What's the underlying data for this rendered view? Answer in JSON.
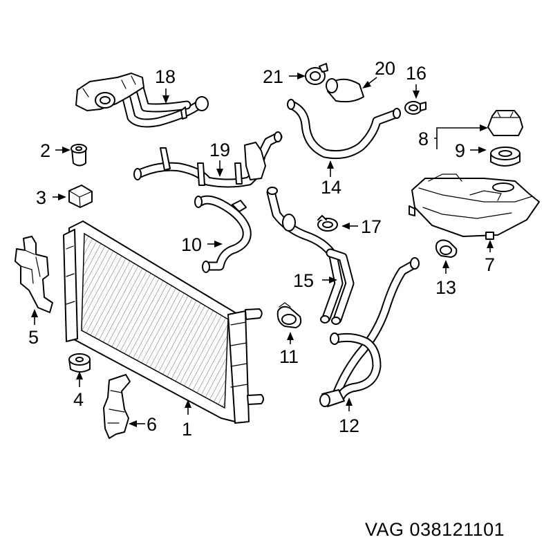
{
  "callouts": {
    "c1": "1",
    "c2": "2",
    "c3": "3",
    "c4": "4",
    "c5": "5",
    "c6": "6",
    "c7": "7",
    "c8": "8",
    "c9": "9",
    "c10": "10",
    "c11": "11",
    "c12": "12",
    "c13": "13",
    "c14": "14",
    "c15": "15",
    "c16": "16",
    "c17": "17",
    "c18": "18",
    "c19": "19",
    "c20": "20",
    "c21": "21"
  },
  "part_number": "VAG 038121101"
}
